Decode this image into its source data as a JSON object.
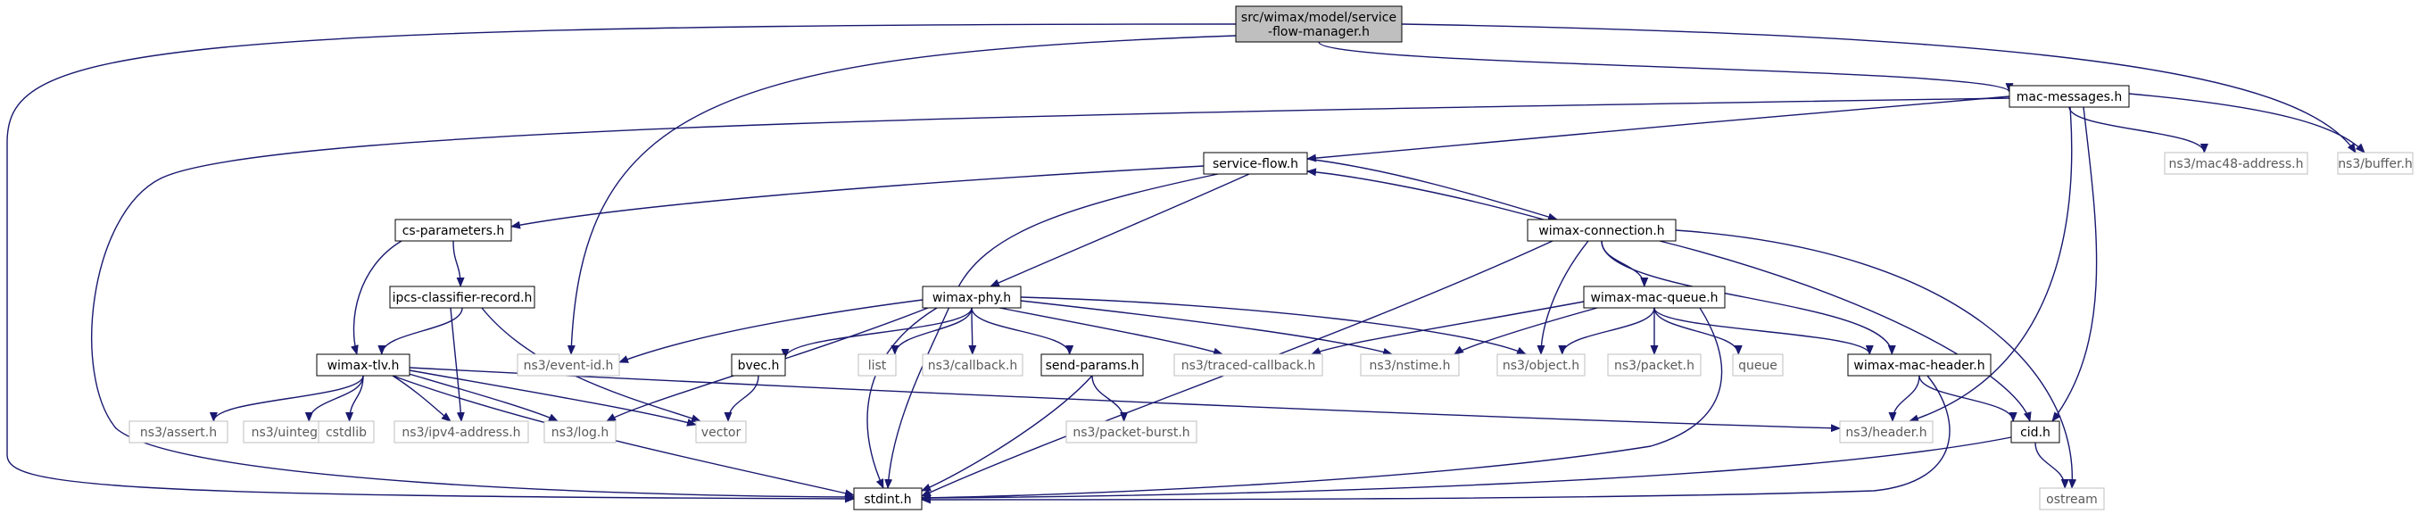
{
  "colors": {
    "edge": "#191970",
    "focus_fill": "#bfbfbf",
    "node_border": "#000000",
    "external_border": "#bfbfbf",
    "external_text": "#5a5a5a",
    "text": "#000000"
  },
  "nodes": {
    "sfm": {
      "lines": [
        "src/wimax/model/service",
        "-flow-manager.h"
      ],
      "kind": "focus"
    },
    "macmsg": {
      "lines": [
        "mac-messages.h"
      ],
      "kind": "internal"
    },
    "sflow": {
      "lines": [
        "service-flow.h"
      ],
      "kind": "internal"
    },
    "mac48": {
      "lines": [
        "ns3/mac48-address.h"
      ],
      "kind": "external"
    },
    "buffer": {
      "lines": [
        "ns3/buffer.h"
      ],
      "kind": "external"
    },
    "csparams": {
      "lines": [
        "cs-parameters.h"
      ],
      "kind": "internal"
    },
    "wconn": {
      "lines": [
        "wimax-connection.h"
      ],
      "kind": "internal"
    },
    "ipcs": {
      "lines": [
        "ipcs-classifier-record.h"
      ],
      "kind": "internal"
    },
    "wphy": {
      "lines": [
        "wimax-phy.h"
      ],
      "kind": "internal"
    },
    "wmacq": {
      "lines": [
        "wimax-mac-queue.h"
      ],
      "kind": "internal"
    },
    "wtlv": {
      "lines": [
        "wimax-tlv.h"
      ],
      "kind": "internal"
    },
    "eventid": {
      "lines": [
        "ns3/event-id.h"
      ],
      "kind": "external"
    },
    "bvec": {
      "lines": [
        "bvec.h"
      ],
      "kind": "internal"
    },
    "list": {
      "lines": [
        "list"
      ],
      "kind": "external"
    },
    "callback": {
      "lines": [
        "ns3/callback.h"
      ],
      "kind": "external"
    },
    "sendp": {
      "lines": [
        "send-params.h"
      ],
      "kind": "internal"
    },
    "traced": {
      "lines": [
        "ns3/traced-callback.h"
      ],
      "kind": "external"
    },
    "nstime": {
      "lines": [
        "ns3/nstime.h"
      ],
      "kind": "external"
    },
    "object": {
      "lines": [
        "ns3/object.h"
      ],
      "kind": "external"
    },
    "packet": {
      "lines": [
        "ns3/packet.h"
      ],
      "kind": "external"
    },
    "queue": {
      "lines": [
        "queue"
      ],
      "kind": "external"
    },
    "wmach": {
      "lines": [
        "wimax-mac-header.h"
      ],
      "kind": "internal"
    },
    "assert": {
      "lines": [
        "ns3/assert.h"
      ],
      "kind": "external"
    },
    "uinteger": {
      "lines": [
        "ns3/uinteger.h"
      ],
      "kind": "external"
    },
    "cstdlib": {
      "lines": [
        "cstdlib"
      ],
      "kind": "external"
    },
    "ipv4": {
      "lines": [
        "ns3/ipv4-address.h"
      ],
      "kind": "external"
    },
    "log": {
      "lines": [
        "ns3/log.h"
      ],
      "kind": "external"
    },
    "vector": {
      "lines": [
        "vector"
      ],
      "kind": "external"
    },
    "pburst": {
      "lines": [
        "ns3/packet-burst.h"
      ],
      "kind": "external"
    },
    "header": {
      "lines": [
        "ns3/header.h"
      ],
      "kind": "external"
    },
    "cid": {
      "lines": [
        "cid.h"
      ],
      "kind": "internal"
    },
    "ostream": {
      "lines": [
        "ostream"
      ],
      "kind": "external"
    },
    "stdint": {
      "lines": [
        "stdint.h"
      ],
      "kind": "internal"
    }
  },
  "edges": [
    [
      "sfm",
      "macmsg"
    ],
    [
      "sfm",
      "buffer"
    ],
    [
      "sfm",
      "eventid"
    ],
    [
      "sfm",
      "stdint"
    ],
    [
      "macmsg",
      "sflow"
    ],
    [
      "macmsg",
      "mac48"
    ],
    [
      "macmsg",
      "buffer"
    ],
    [
      "macmsg",
      "stdint"
    ],
    [
      "macmsg",
      "cid"
    ],
    [
      "macmsg",
      "header"
    ],
    [
      "sflow",
      "csparams"
    ],
    [
      "sflow",
      "wphy"
    ],
    [
      "sflow",
      "wconn"
    ],
    [
      "sflow",
      "stdint"
    ],
    [
      "wconn",
      "sflow"
    ],
    [
      "wconn",
      "wmacq"
    ],
    [
      "wconn",
      "wmach"
    ],
    [
      "wconn",
      "cid"
    ],
    [
      "wconn",
      "object"
    ],
    [
      "wconn",
      "stdint"
    ],
    [
      "wconn",
      "ostream"
    ],
    [
      "csparams",
      "ipcs"
    ],
    [
      "csparams",
      "wtlv"
    ],
    [
      "ipcs",
      "wtlv"
    ],
    [
      "ipcs",
      "ipv4"
    ],
    [
      "ipcs",
      "vector"
    ],
    [
      "wphy",
      "eventid"
    ],
    [
      "wphy",
      "bvec"
    ],
    [
      "wphy",
      "list"
    ],
    [
      "wphy",
      "callback"
    ],
    [
      "wphy",
      "sendp"
    ],
    [
      "wphy",
      "traced"
    ],
    [
      "wphy",
      "nstime"
    ],
    [
      "wphy",
      "object"
    ],
    [
      "wphy",
      "log"
    ],
    [
      "wphy",
      "stdint"
    ],
    [
      "wmacq",
      "traced"
    ],
    [
      "wmacq",
      "nstime"
    ],
    [
      "wmacq",
      "object"
    ],
    [
      "wmacq",
      "packet"
    ],
    [
      "wmacq",
      "queue"
    ],
    [
      "wmacq",
      "wmach"
    ],
    [
      "wmacq",
      "stdint"
    ],
    [
      "wtlv",
      "assert"
    ],
    [
      "wtlv",
      "uinteger"
    ],
    [
      "wtlv",
      "cstdlib"
    ],
    [
      "wtlv",
      "ipv4"
    ],
    [
      "wtlv",
      "log"
    ],
    [
      "wtlv",
      "vector"
    ],
    [
      "wtlv",
      "header"
    ],
    [
      "wtlv",
      "stdint"
    ],
    [
      "bvec",
      "vector"
    ],
    [
      "sendp",
      "pburst"
    ],
    [
      "sendp",
      "stdint"
    ],
    [
      "wmach",
      "header"
    ],
    [
      "wmach",
      "cid"
    ],
    [
      "wmach",
      "stdint"
    ],
    [
      "cid",
      "stdint"
    ],
    [
      "cid",
      "ostream"
    ]
  ]
}
